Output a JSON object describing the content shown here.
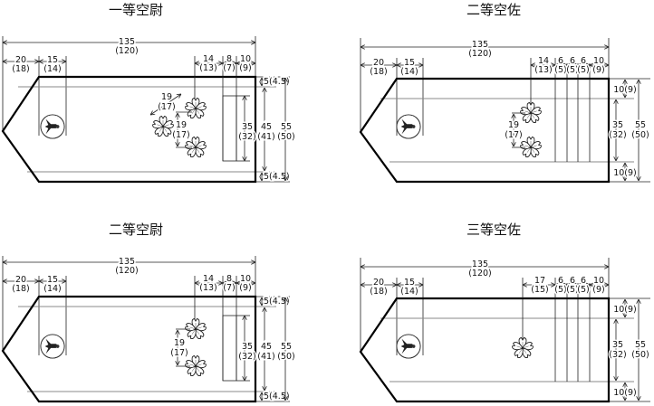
{
  "panels": [
    {
      "title": "一等空尉",
      "total": "135",
      "total_alt": "(120)",
      "left": "20",
      "left_alt": "(18)",
      "emblem": "15",
      "emblem_alt": "(14)",
      "star_gap": "14",
      "star_gap_alt": "(13)",
      "bar": "8",
      "bar_alt": "(7)",
      "edge": "10",
      "edge_alt": "(9)",
      "margin_top": "5(4.5)",
      "margin_bottom": "5(4.5)",
      "bar_h": "35",
      "bar_h_alt": "(32)",
      "inner": "45",
      "inner_alt": "(41)",
      "height": "55",
      "height_alt": "(50)",
      "star_diag": "19",
      "star_diag_alt": "(17)",
      "star_v": "19",
      "star_v_alt": "(17)"
    },
    {
      "title": "二等空佐",
      "total": "135",
      "total_alt": "(120)",
      "left": "20",
      "left_alt": "(18)",
      "emblem": "15",
      "emblem_alt": "(14)",
      "star_gap": "14",
      "star_gap_alt": "(13)",
      "stripe1": "6",
      "stripe1_alt": "(5)",
      "stripe2": "6",
      "stripe2_alt": "(5)",
      "stripe3": "6",
      "stripe3_alt": "(5)",
      "edge": "10",
      "edge_alt": "(9)",
      "margin_top": "10(9)",
      "margin_bottom": "10(9)",
      "inner": "35",
      "inner_alt": "(32)",
      "height": "55",
      "height_alt": "(50)",
      "star_v": "19",
      "star_v_alt": "(17)"
    },
    {
      "title": "二等空尉",
      "total": "135",
      "total_alt": "(120)",
      "left": "20",
      "left_alt": "(18)",
      "emblem": "15",
      "emblem_alt": "(14)",
      "star_gap": "14",
      "star_gap_alt": "(13)",
      "bar": "8",
      "bar_alt": "(7)",
      "edge": "10",
      "edge_alt": "(9)",
      "margin_top": "5(4.5)",
      "margin_bottom": "5(4.5)",
      "bar_h": "35",
      "bar_h_alt": "(32)",
      "inner": "45",
      "inner_alt": "(41)",
      "height": "55",
      "height_alt": "(50)",
      "star_v": "19",
      "star_v_alt": "(17)"
    },
    {
      "title": "三等空佐",
      "total": "135",
      "total_alt": "(120)",
      "left": "20",
      "left_alt": "(18)",
      "emblem": "15",
      "emblem_alt": "(14)",
      "star_gap": "17",
      "star_gap_alt": "(15)",
      "stripe1": "6",
      "stripe1_alt": "(5)",
      "stripe2": "6",
      "stripe2_alt": "(5)",
      "stripe3": "6",
      "stripe3_alt": "(5)",
      "edge": "10",
      "edge_alt": "(9)",
      "margin_top": "10(9)",
      "margin_bottom": "10(9)",
      "inner": "35",
      "inner_alt": "(32)",
      "height": "55",
      "height_alt": "(50)"
    }
  ]
}
